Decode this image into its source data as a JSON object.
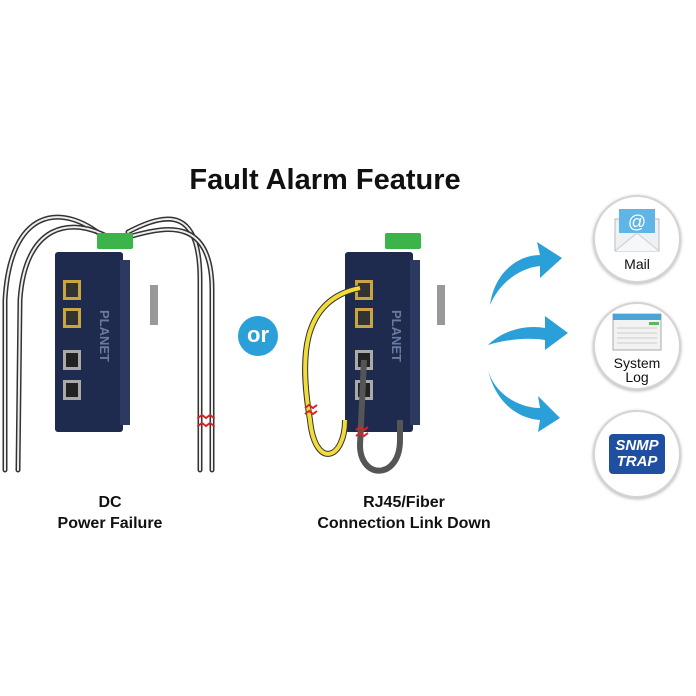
{
  "title": "Fault Alarm Feature",
  "left_caption": {
    "line1": "DC",
    "line2": "Power Failure"
  },
  "or_label": "or",
  "right_caption": {
    "line1": "RJ45/Fiber",
    "line2": "Connection Link Down"
  },
  "device_logo": "PLANET",
  "notifications": [
    {
      "label": "Mail",
      "icon": "mail-icon"
    },
    {
      "label1": "System",
      "label2": "Log",
      "icon": "system-log-icon"
    },
    {
      "line1": "SNMP",
      "line2": "TRAP",
      "icon": "snmp-trap-icon"
    }
  ],
  "colors": {
    "accent": "#2a9fd8",
    "device": "#1e2b4f",
    "terminal": "#3cb44a",
    "snmp": "#1f4fa0",
    "cable_yellow": "#f2dc3a"
  }
}
